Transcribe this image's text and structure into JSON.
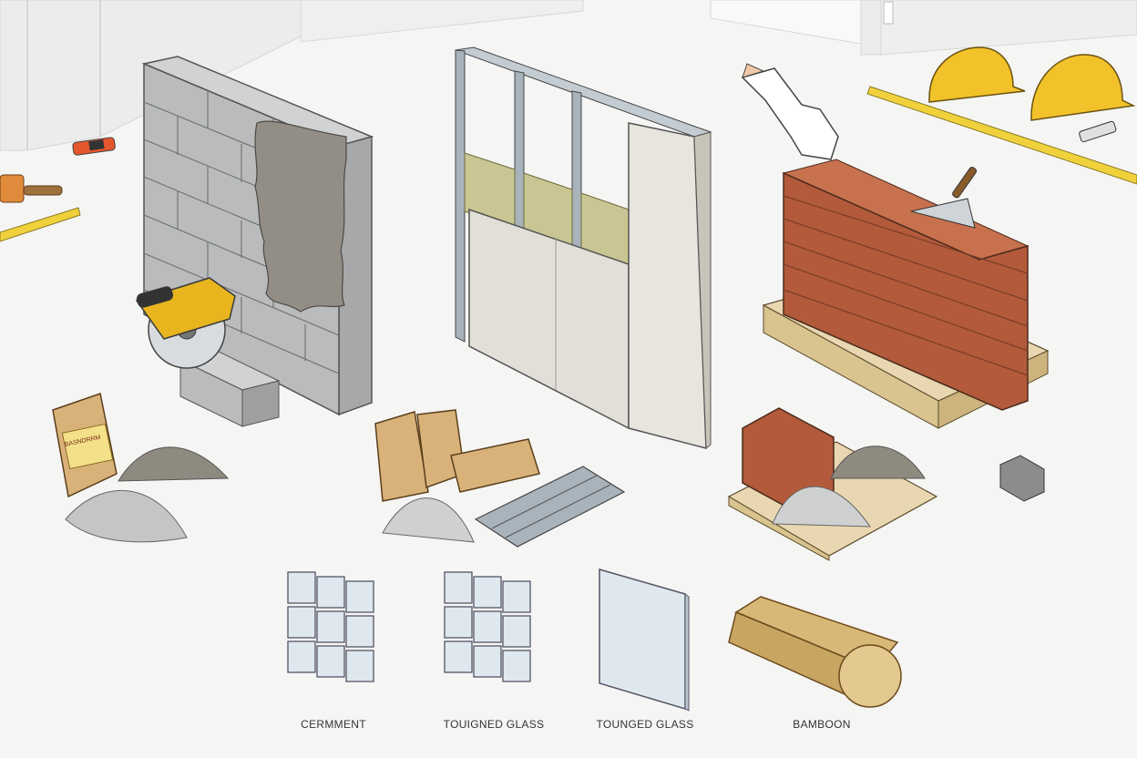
{
  "labels": {
    "label_1": "CERMMENT",
    "label_2": "TOUIGNED GLASS",
    "label_3": "TOUNGED GLASS",
    "label_4": "BAMBOON"
  },
  "bag_text": "BASNDRRM",
  "colors": {
    "background": "#f5f5f4",
    "concrete": "#b9bbbc",
    "plaster": "#928d85",
    "drywall": "#e2dfd8",
    "insulation": "#c9c693",
    "steel": "#a9b3bc",
    "brick": "#b25a3b",
    "mortar": "#7a3e28",
    "pallet": "#e8d7b1",
    "helmet": "#f2c22a",
    "tape": "#f0d13c",
    "bag": "#d9b27a",
    "glass": "#dfe8ee",
    "bamboo": "#d8b877"
  }
}
